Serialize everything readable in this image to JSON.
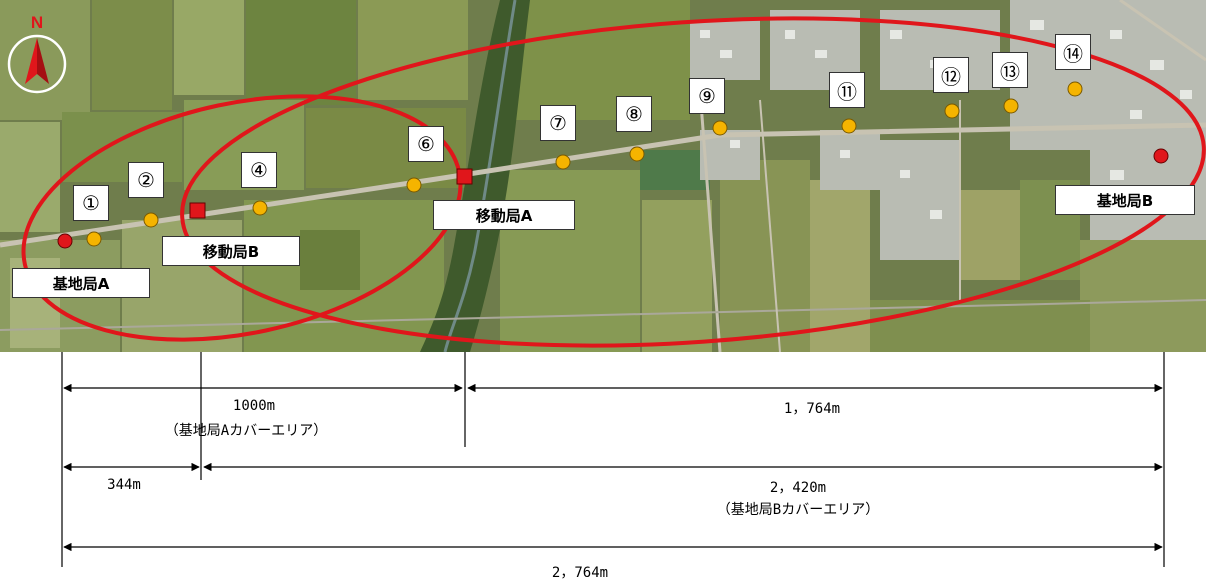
{
  "map": {
    "north_label": "N",
    "base_stations": [
      {
        "id": "base-a",
        "label": "基地局A"
      },
      {
        "id": "base-b",
        "label": "基地局B"
      }
    ],
    "mobile_stations": [
      {
        "id": "mobile-a",
        "label": "移動局A"
      },
      {
        "id": "mobile-b",
        "label": "移動局B"
      }
    ],
    "points": [
      "①",
      "②",
      "④",
      "⑥",
      "⑦",
      "⑧",
      "⑨",
      "⑪",
      "⑫",
      "⑬",
      "⑭"
    ],
    "colors": {
      "coverage_ellipse": "#e0161b",
      "base_station": "#e0161b",
      "mobile_station": "#e0161b",
      "measure_point": "#f5b400"
    }
  },
  "dimensions": {
    "a_to_mobile_a": "1000m",
    "base_a_coverage": "（基地局Aカバーエリア）",
    "mobile_a_to_b": "1，764m",
    "a_to_mobile_b": "344m",
    "mobile_b_to_base_b": "2，420m",
    "base_b_coverage": "（基地局Bカバーエリア）",
    "total": "2，764m"
  }
}
